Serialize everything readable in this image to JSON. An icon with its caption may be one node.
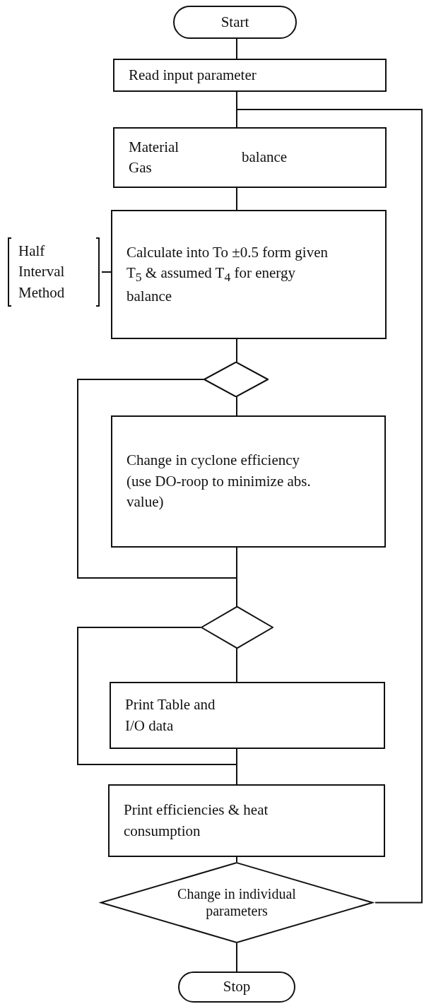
{
  "diagram": {
    "nodes": [
      {
        "text": [
          "Start"
        ]
      },
      {
        "text": [
          "Read input parameter"
        ]
      },
      {
        "text": [
          "Material Gas",
          "balance"
        ]
      },
      {
        "text": [
          "Calculate into To ±0.5 form given T$_{5}$ & assumed T$_{4}$ for energy balance"
        ]
      },
      {
        "text": [
          "Half Interval Method"
        ]
      },
      {
        "text": [],
        "shape": "diamond"
      },
      {
        "text": [
          "Change in cyclone efficiency (use DO-roop to minimize abs. value)"
        ]
      },
      {
        "text": [],
        "shape": "diamond"
      },
      {
        "text": [
          "Print Table and I/O data"
        ]
      },
      {
        "text": [
          "Print efficiencies & heat consumption"
        ]
      },
      {
        "text": [
          "Change in individual parameters"
        ]
      },
      {
        "text": [
          "Stop"
        ]
      }
    ],
    "edges": [
      {
        "from": 0,
        "to": 1,
        "arrow": "none"
      },
      {
        "from": 1,
        "to": 2,
        "arrow": "none"
      },
      {
        "from": 2,
        "to": 3,
        "arrow": "none"
      },
      {
        "from": 3,
        "to": 5,
        "arrow": "none"
      },
      {
        "from": 5,
        "to": 6,
        "arrow": "none"
      },
      {
        "from": 6,
        "to": 7,
        "arrow": "none"
      },
      {
        "from": 5,
        "to": 7,
        "arrow": "none"
      },
      {
        "from": 7,
        "to": 8,
        "arrow": "none"
      },
      {
        "from": 8,
        "to": 9,
        "arrow": "none"
      },
      {
        "from": 7,
        "to": 9,
        "arrow": "none"
      },
      {
        "from": 9,
        "to": 10,
        "arrow": "none"
      },
      {
        "from": 10,
        "to": 11,
        "arrow": "none"
      },
      {
        "from": 10,
        "to": 2,
        "arrow": "none"
      },
      {
        "from": 4,
        "to": 3,
        "arrow": "none"
      }
    ]
  }
}
